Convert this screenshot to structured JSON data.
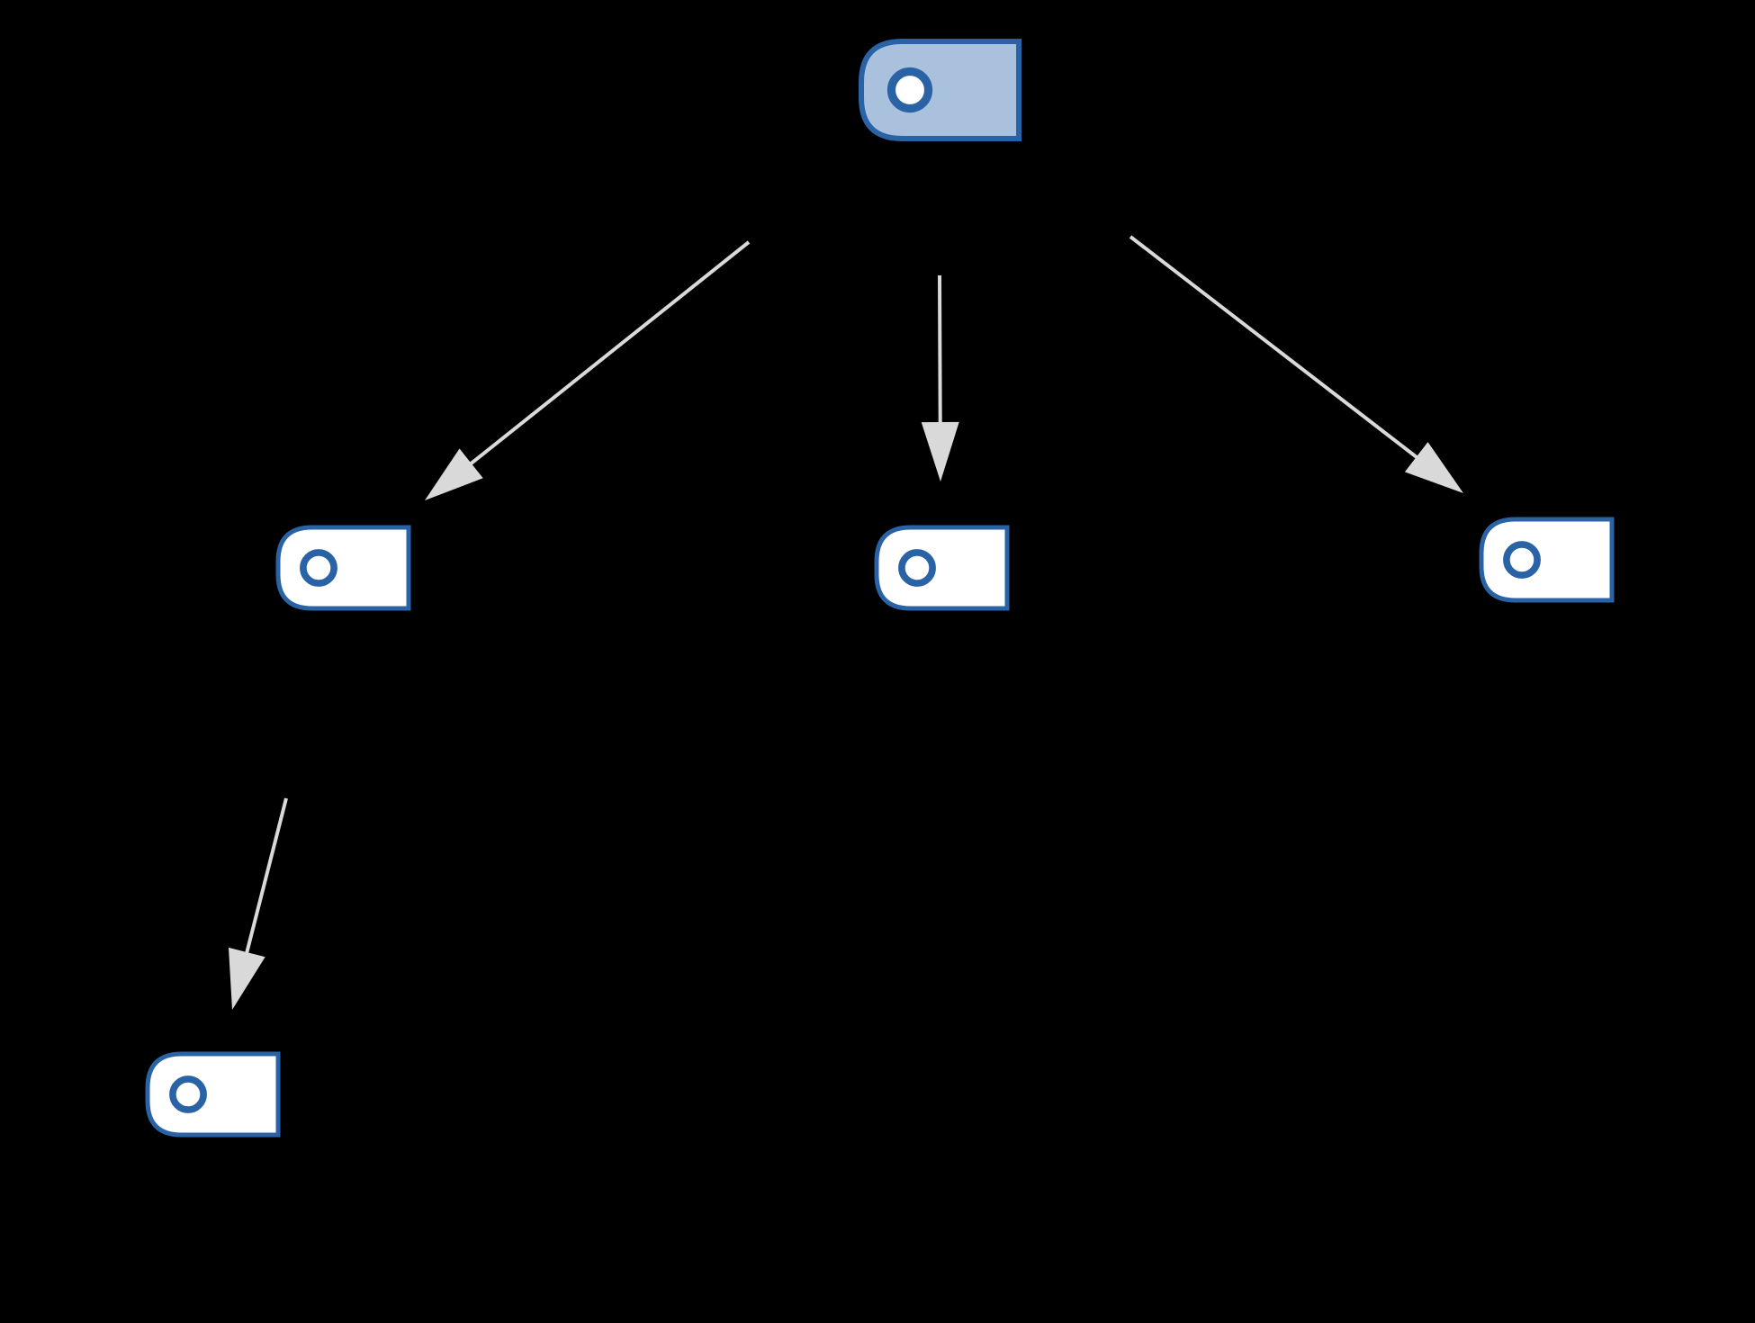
{
  "colors": {
    "background": "#000000",
    "node_border": "#2a62a6",
    "root_fill": "#a9c1dd",
    "node_fill": "#ffffff",
    "edge": "#d9d9d9"
  },
  "nodes": [
    {
      "id": "root",
      "icon": "tag-icon",
      "selected": true
    },
    {
      "id": "child-left",
      "icon": "tag-icon",
      "selected": false
    },
    {
      "id": "child-middle",
      "icon": "tag-icon",
      "selected": false
    },
    {
      "id": "child-right",
      "icon": "tag-icon",
      "selected": false
    },
    {
      "id": "grandchild-left",
      "icon": "tag-icon",
      "selected": false
    }
  ],
  "edges": [
    {
      "from": "root",
      "to": "child-left"
    },
    {
      "from": "root",
      "to": "child-middle"
    },
    {
      "from": "root",
      "to": "child-right"
    },
    {
      "from": "child-left",
      "to": "grandchild-left"
    }
  ]
}
